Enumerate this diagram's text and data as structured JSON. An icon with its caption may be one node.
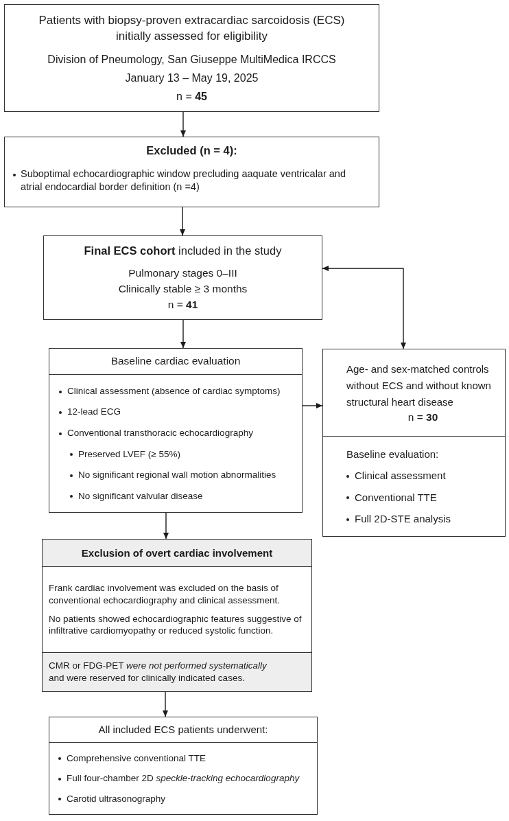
{
  "diagram": {
    "nodes": [
      {
        "text": [
          "Patients with biopsy-proven extracardiac sarcoidosis (ECS) initially assessed for eligibility",
          "Division of Pneumology, San Giuseppe MultiMedica IRCCS",
          "January 13 – May 19, 2025",
          "n = **45**"
        ]
      },
      {
        "text": [
          "Excluded (n = 4):",
          "Suboptimal echocardiographic window precluding aaquate ventricalar and atrial endocardial border definition (n =4)"
        ]
      },
      {
        "text": [
          "**Final ECS cohort** included in the study",
          "Pulmonary stages 0–III",
          "Clinically stable ≥ 3 months",
          "n = **41**"
        ]
      },
      {
        "text": [
          "Baseline cardiac evaluation",
          "Clinical assessment (absence of cardiac symptoms)",
          "12-lead ECG",
          "Conventional transthoracic echocardiography",
          "Preserved LVEF (≥ 55%)",
          "No significant regional wall motion abnormalities",
          "No significant valvular disease"
        ]
      },
      {
        "text": [
          "Age- and sex-matched controls without ECS and without known structural heart disease",
          "n = **30**",
          "Baseline evaluation:",
          "Clinical assessment",
          "Conventional TTE",
          "Full 2D-STE analysis"
        ]
      },
      {
        "text": [
          "Exclusion of overt cardiac involvement",
          "Frank cardiac involvement was excluded on the basis of conventional echocardiography and clinical assessment.",
          "No patients showed echocardiographic features suggestive of infiltrative cardiomyopathy or reduced systolic function.",
          "CMR or FDG-PET *were not performed systematically* and were reserved for clinically indicated cases."
        ]
      },
      {
        "text": [
          "All included ECS patients underwent:",
          "Comprehensive conventional TTE",
          "Full four-chamber 2D *speckle-tracking echocardiography*",
          "Carotid ultrasonography"
        ]
      }
    ],
    "edges": [
      {
        "from": 0,
        "to": 1,
        "arrow": "to"
      },
      {
        "from": 1,
        "to": 2,
        "arrow": "to"
      },
      {
        "from": 2,
        "to": 3,
        "arrow": "to"
      },
      {
        "from": 2,
        "to": 4,
        "arrow": "both"
      },
      {
        "from": 3,
        "to": 4,
        "arrow": "to"
      },
      {
        "from": 3,
        "to": 5,
        "arrow": "to"
      },
      {
        "from": 5,
        "to": 6,
        "arrow": "to"
      }
    ]
  }
}
